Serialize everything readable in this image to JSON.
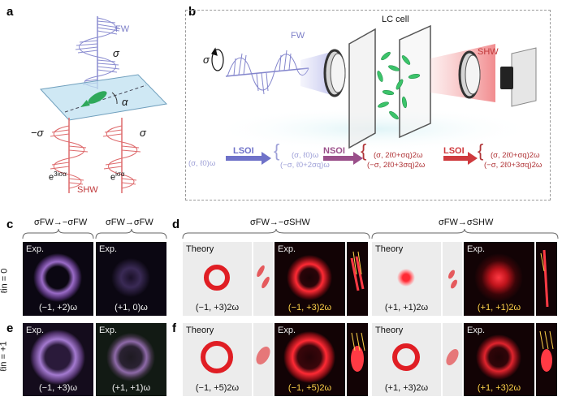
{
  "panels": {
    "a": "a",
    "b": "b",
    "c": "c",
    "d": "d",
    "e": "e",
    "f": "f"
  },
  "panel_a": {
    "fw": "FW",
    "shw": "SHW",
    "sigma_top": "σ",
    "alpha": "α",
    "minus_sigma": "−σ",
    "sigma_right": "σ",
    "exp_left": "e",
    "exp_left_sup": "3iσα",
    "exp_right": "e",
    "exp_right_sup": "iσα"
  },
  "panel_b": {
    "fw": "FW",
    "lc_cell": "LC cell",
    "shw": "SHW",
    "sigma": "σ",
    "eq0": "(σ, ℓ0)ω",
    "lsoi1": "LSOI",
    "eq1_top": "(σ, ℓ0)ω",
    "eq1_bot": "(−σ, ℓ0+2σq)ω",
    "nsoi": "NSOI",
    "eq2_top": "(σ, 2ℓ0+σq)2ω",
    "eq2_bot": "(−σ, 2ℓ0+3σq)2ω",
    "lsoi2": "LSOI",
    "eq3_top": "(σ, 2ℓ0+σq)2ω",
    "eq3_bot": "(−σ, 2ℓ0+3σq)2ω"
  },
  "headers": {
    "c_left": "σFW→−σFW",
    "c_right": "σFW→σFW",
    "d_left": "σFW→−σSHW",
    "d_right": "σFW→σSHW"
  },
  "rows": {
    "top": "ℓin = 0",
    "bottom": "ℓin = +1"
  },
  "tiles": {
    "exp": "Exp.",
    "theory": "Theory",
    "c1": "(−1, +2)ω",
    "c2": "(+1, 0)ω",
    "d1": "(−1, +3)2ω",
    "d2": "(−1, +3)2ω",
    "d3": "(+1, +1)2ω",
    "d4": "(+1, +1)2ω",
    "e1": "(−1, +3)ω",
    "e2": "(+1, +1)ω",
    "f1": "(−1, +5)2ω",
    "f2": "(−1, +5)2ω",
    "f3": "(+1, +3)2ω",
    "f4": "(+1, +3)2ω"
  },
  "colors": {
    "fw_purple": "#7d7fc8",
    "shw_red": "#c0393b",
    "lc_green": "#3cc36a",
    "exp_yellow": "#ffd24a"
  }
}
